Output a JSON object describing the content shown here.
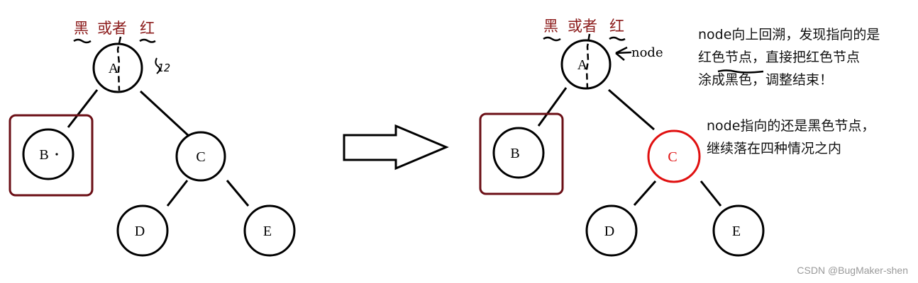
{
  "left_tree": {
    "top_label": {
      "black": "黑",
      "or": "或者",
      "red": "红"
    },
    "nodes": {
      "A": "A",
      "B": "B",
      "C": "C",
      "D": "D",
      "E": "E"
    },
    "scribble": "12"
  },
  "right_tree": {
    "top_label": {
      "black": "黑",
      "or": "或者",
      "red": "红"
    },
    "nodes": {
      "A": "A",
      "B": "B",
      "C": "C",
      "D": "D",
      "E": "E"
    },
    "node_pointer": "node"
  },
  "notes": {
    "note1": [
      "node向上回溯，发现指向的是",
      "红色节点，直接把红色节点",
      "涂成黑色，调整结束！"
    ],
    "note2": [
      "node指向的还是黑色节点，",
      "继续落在四种情况之内"
    ]
  },
  "colors": {
    "label_red": "#8b1a1a",
    "red_node": "#e01010",
    "box": "#6b0f16"
  },
  "watermark": "CSDN @BugMaker-shen"
}
